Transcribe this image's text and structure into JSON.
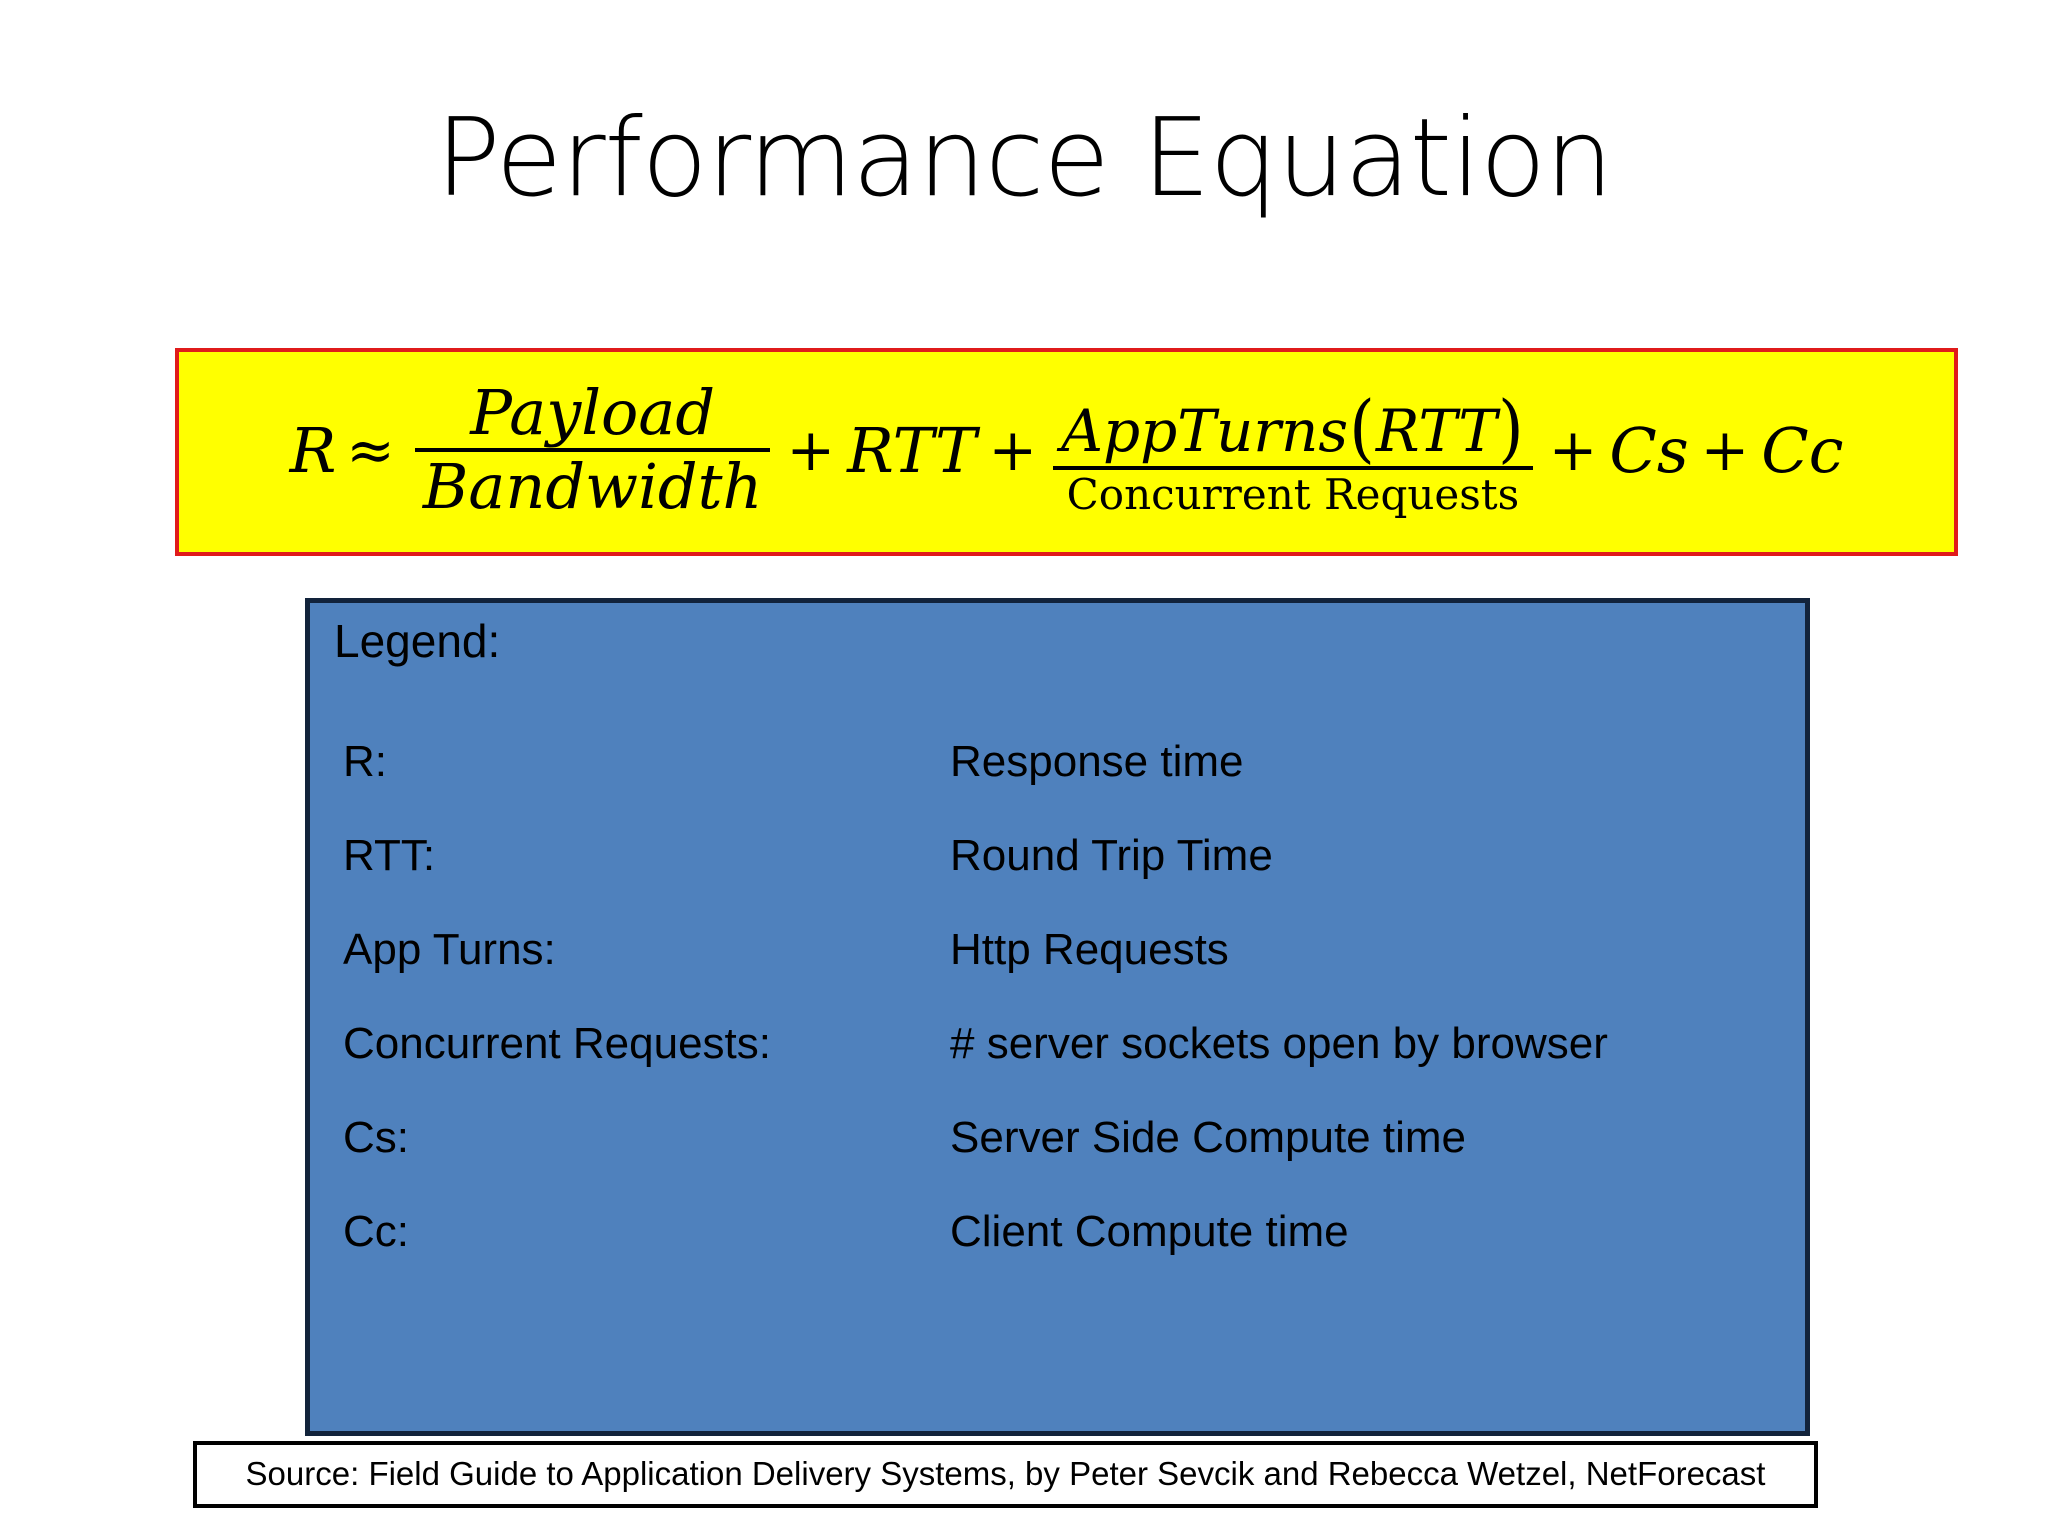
{
  "slide": {
    "title": "Performance Equation"
  },
  "equation": {
    "lhs": "R",
    "approx_symbol": "≈",
    "plus_symbol": "+",
    "term1": {
      "numerator": "Payload",
      "denominator": "Bandwidth"
    },
    "term2": "RTT",
    "term3": {
      "numerator_function": "AppTurns",
      "numerator_open_paren": "(",
      "numerator_argument": "RTT",
      "numerator_close_paren": ")",
      "denominator": "Concurrent Requests"
    },
    "term4": "Cs",
    "term5": "Cc",
    "plain_text": "R ≈ Payload/Bandwidth + RTT + AppTurns(RTT)/Concurrent Requests + Cs + Cc",
    "background_color": "#ffff00",
    "border_color": "#e01b1b"
  },
  "legend": {
    "heading": "Legend:",
    "panel_color": "#4f81bd",
    "panel_border_color": "#12233b",
    "rows": [
      {
        "term": "R:",
        "definition": "Response time"
      },
      {
        "term": "RTT:",
        "definition": "Round Trip Time"
      },
      {
        "term": "App Turns:",
        "definition": "Http Requests"
      },
      {
        "term": "Concurrent Requests:",
        "definition": "# server sockets open by browser"
      },
      {
        "term": "Cs:",
        "definition": "Server Side Compute time"
      },
      {
        "term": "Cc:",
        "definition": "Client Compute time"
      }
    ]
  },
  "source": {
    "text": "Source: Field Guide to Application Delivery Systems, by Peter Sevcik and Rebecca Wetzel, NetForecast"
  }
}
